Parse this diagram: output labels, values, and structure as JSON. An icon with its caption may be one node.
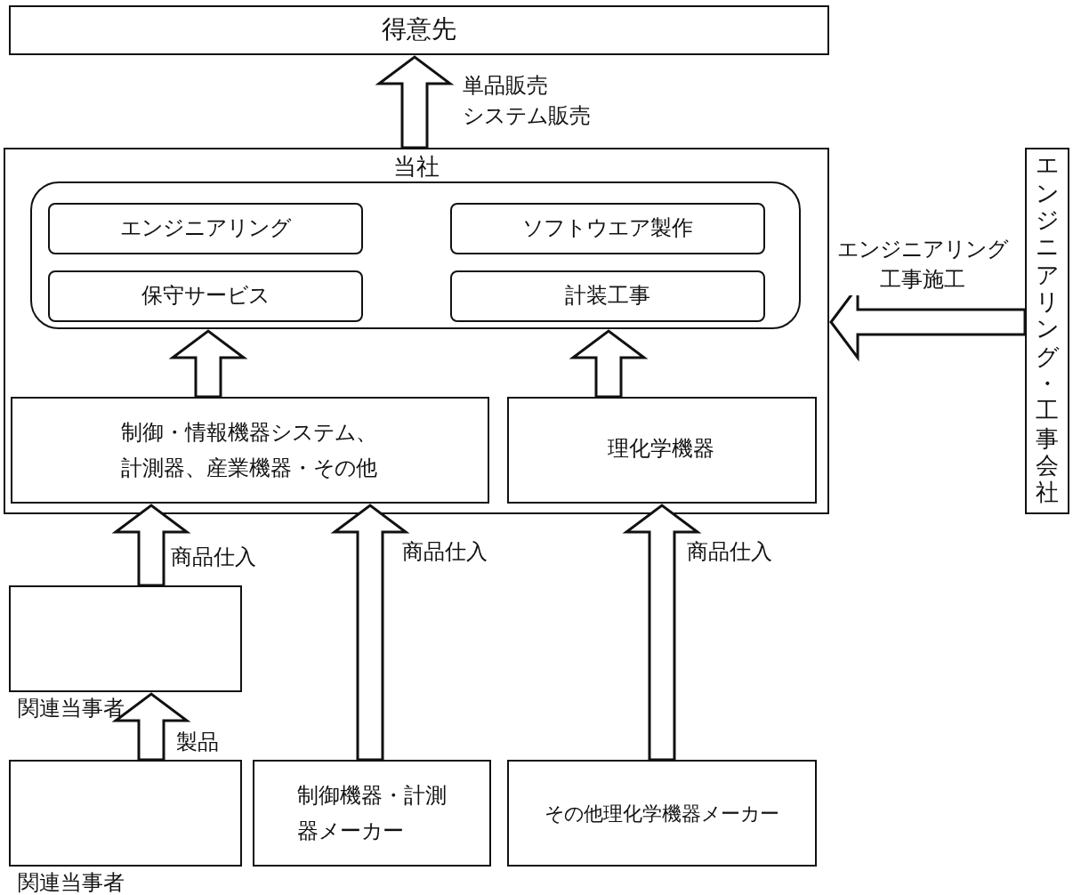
{
  "diagram": {
    "nodes": [
      {
        "text": [
          "得意先"
        ]
      },
      {
        "text": [
          "当社"
        ]
      },
      {
        "text": [],
        "shape": "box",
        "in": 1
      },
      {
        "text": [
          "エンジニアリング"
        ],
        "in": 2
      },
      {
        "text": [
          "ソフトウエア製作"
        ],
        "in": 2
      },
      {
        "text": [
          "保守サービス"
        ],
        "in": 2
      },
      {
        "text": [
          "計装工事"
        ],
        "in": 2
      },
      {
        "text": [
          "制御・情報機器システム、計測器、産業機器・その他"
        ],
        "in": 1
      },
      {
        "text": [
          "理化学機器"
        ],
        "in": 1
      },
      {
        "text": [
          "エンジニアリング・工事会社"
        ]
      },
      {
        "text": [],
        "shape": "box",
        "beside": [
          "関連当事者"
        ]
      },
      {
        "text": [],
        "shape": "box",
        "beside": [
          "関連当事者"
        ]
      },
      {
        "text": [
          "制御機器・計測器メーカー"
        ]
      },
      {
        "text": [
          "その他理化学機器メーカー"
        ]
      }
    ],
    "edges": [
      {
        "from": 1,
        "to": 0,
        "arrow": "to",
        "label": "単品販売システム販売"
      },
      {
        "from": 9,
        "to": 1,
        "arrow": "to",
        "label": "エンジニアリング工事施工"
      },
      {
        "from": 7,
        "to": 2,
        "arrow": "to"
      },
      {
        "from": 8,
        "to": 2,
        "arrow": "to"
      },
      {
        "from": 10,
        "to": 7,
        "arrow": "to",
        "label": "商品仕入"
      },
      {
        "from": 12,
        "to": 7,
        "arrow": "to",
        "label": "商品仕入"
      },
      {
        "from": 13,
        "to": 8,
        "arrow": "to",
        "label": "商品仕入"
      },
      {
        "from": 11,
        "to": 10,
        "arrow": "to",
        "label": "製品"
      }
    ]
  }
}
